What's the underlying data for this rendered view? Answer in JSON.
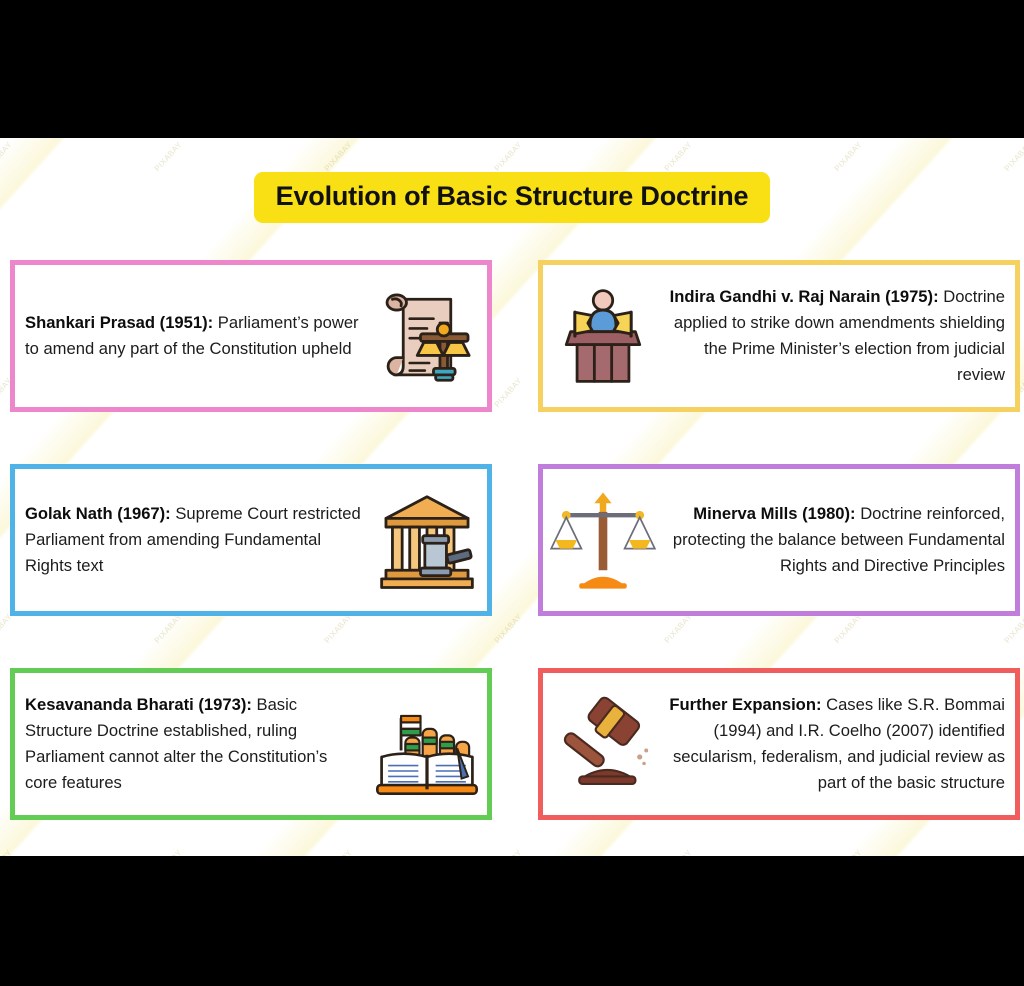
{
  "page": {
    "background": "#ffffff",
    "letterbox_color": "#000000",
    "watermark_text": "PIXABAY"
  },
  "header": {
    "title": "Evolution of Basic Structure Doctrine",
    "title_background": "#f8e014",
    "title_color": "#111111"
  },
  "cards": [
    {
      "id": "shankari-prasad",
      "heading": "Shankari Prasad (1951):",
      "body": " Parliament’s power to amend any part of the Constitution upheld",
      "border_color": "#ee86cc",
      "icon": "scroll-scales-icon",
      "icon_side": "right",
      "align": "left",
      "year": "1951"
    },
    {
      "id": "indira-gandhi-raj-narain",
      "heading": "Indira Gandhi v. Raj Narain (1975):",
      "body": " Doctrine applied to strike down amendments shielding the Prime Minister’s election from judicial review",
      "border_color": "#f5d162",
      "icon": "podium-speaker-icon",
      "icon_side": "left",
      "align": "right",
      "year": "1975"
    },
    {
      "id": "golak-nath",
      "heading": "Golak Nath (1967):",
      "body": " Supreme Court restricted Parliament from amending Fundamental Rights text",
      "border_color": "#4fb3e8",
      "icon": "courthouse-gavel-icon",
      "icon_side": "right",
      "align": "left",
      "year": "1967"
    },
    {
      "id": "minerva-mills",
      "heading": "Minerva Mills (1980):",
      "body": " Doctrine reinforced, protecting the balance between Fundamental Rights and Directive Principles",
      "border_color": "#c07ddb",
      "icon": "balance-scales-icon",
      "icon_side": "left",
      "align": "right",
      "year": "1980"
    },
    {
      "id": "kesavananda-bharati",
      "heading": "Kesavananda Bharati (1973):",
      "body": " Basic Structure Doctrine established, ruling Parliament cannot alter the Constitution’s core features",
      "border_color": "#63cc55",
      "icon": "book-fists-flag-icon",
      "icon_side": "right",
      "align": "left",
      "year": "1973"
    },
    {
      "id": "further-expansion",
      "heading": "Further Expansion:",
      "body": " Cases like S.R. Bommai (1994) and I.R. Coelho (2007) identified secularism, federalism, and judicial review as part of the basic structure",
      "border_color": "#ef5d5d",
      "icon": "gavel-icon",
      "icon_side": "left",
      "align": "right",
      "year": "1994, 2007"
    }
  ]
}
